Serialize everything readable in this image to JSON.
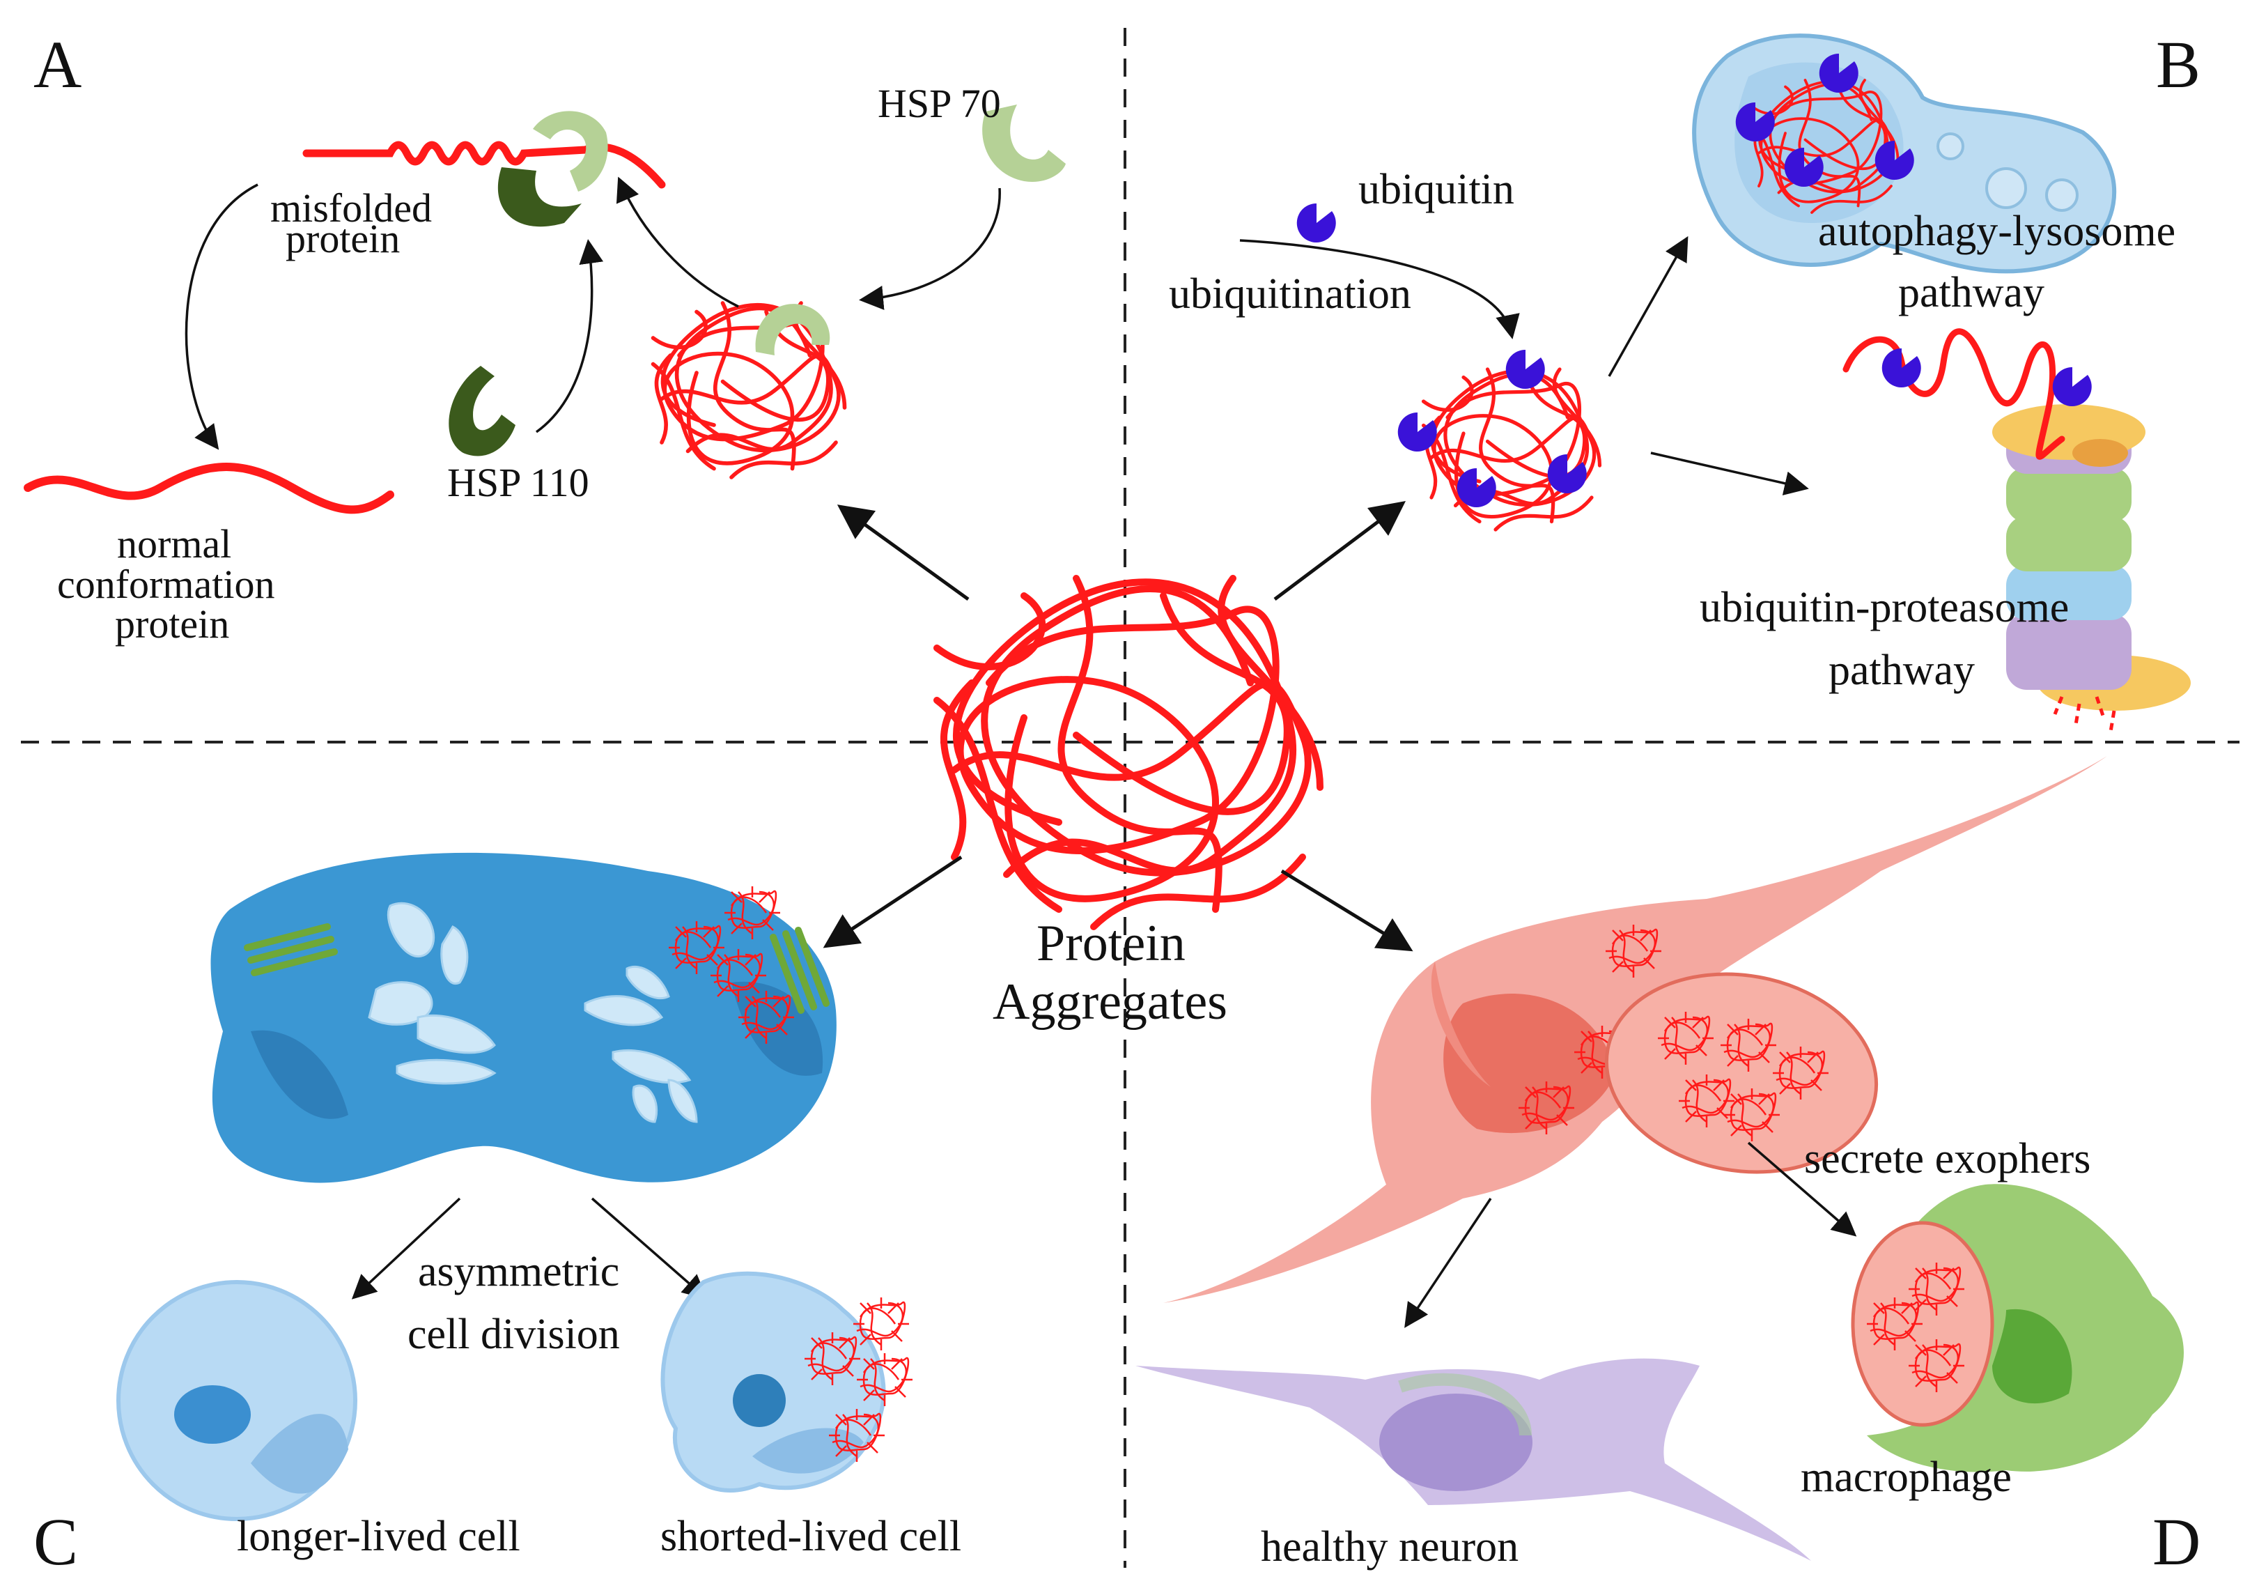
{
  "panels": {
    "a": {
      "letter": "A",
      "labels": {
        "hsp70": "HSP 70",
        "misfolded_line1": "misfolded",
        "misfolded_line2": "protein",
        "hsp110": "HSP 110",
        "normal_line1": "normal",
        "normal_line2": "conformation",
        "normal_line3": "protein"
      }
    },
    "b": {
      "letter": "B",
      "labels": {
        "ubiquitin": "ubiquitin",
        "ubiquitination": "ubiquitination",
        "autophagy_line1": "autophagy-lysosome",
        "autophagy_line2": "pathway",
        "proteasome_line1": "ubiquitin-proteasome",
        "proteasome_line2": "pathway"
      }
    },
    "c": {
      "letter": "C",
      "labels": {
        "asym_line1": "asymmetric",
        "asym_line2": "cell division",
        "longer": "longer-lived cell",
        "shorter": "shorted-lived cell"
      }
    },
    "d": {
      "letter": "D",
      "labels": {
        "exophers": "secrete exophers",
        "macrophage": "macrophage",
        "healthy": "healthy neuron"
      }
    }
  },
  "center": {
    "line1": "Protein",
    "line2": "Aggregates"
  },
  "colors": {
    "aggregate": "#ff1a1a",
    "hsp70": "#b5d196",
    "hsp110": "#3b5a1c",
    "ubiquitin": "#3a12d8",
    "mitotic_cell": "#3b97d3",
    "neuron": "#f4a8a0",
    "healthy_neuron": "#b9a8d8",
    "macrophage": "#9ccc74"
  }
}
